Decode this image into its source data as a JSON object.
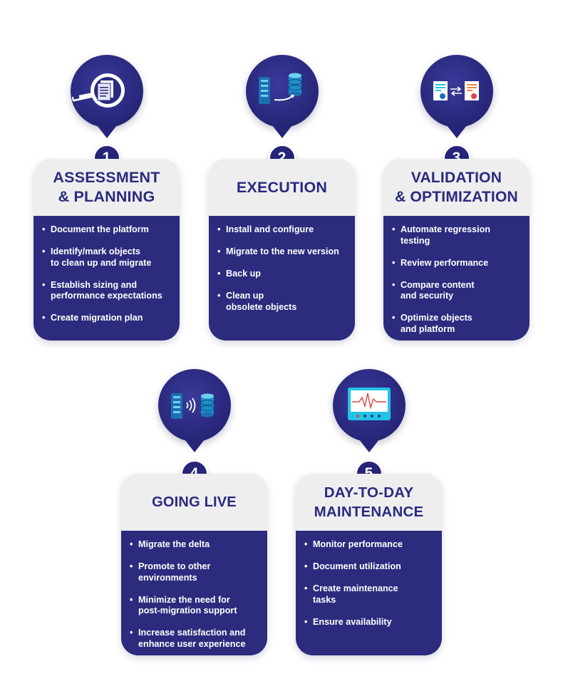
{
  "steps": [
    {
      "number": "1",
      "title_lines": [
        "ASSESSMENT",
        "& PLANNING"
      ],
      "icon": "document-scan-icon",
      "items": [
        [
          "Document the platform"
        ],
        [
          "Identify/mark objects",
          "to clean up and migrate"
        ],
        [
          "Establish sizing and",
          "performance expectations"
        ],
        [
          "Create migration plan"
        ]
      ]
    },
    {
      "number": "2",
      "title_lines": [
        "EXECUTION"
      ],
      "icon": "server-to-database-icon",
      "items": [
        [
          "Install and configure"
        ],
        [
          "Migrate to the new version"
        ],
        [
          "Back up"
        ],
        [
          "Clean up",
          "obsolete objects"
        ]
      ]
    },
    {
      "number": "3",
      "title_lines": [
        "VALIDATION",
        "& OPTIMIZATION"
      ],
      "icon": "compare-documents-icon",
      "items": [
        [
          "Automate regression",
          "testing"
        ],
        [
          "Review performance"
        ],
        [
          "Compare content",
          "and security"
        ],
        [
          "Optimize objects",
          "and platform"
        ]
      ]
    },
    {
      "number": "4",
      "title_lines": [
        "GOING LIVE"
      ],
      "icon": "server-wireless-database-icon",
      "items": [
        [
          "Migrate the delta"
        ],
        [
          "Promote to other",
          "environments"
        ],
        [
          "Minimize the need for",
          "post-migration support"
        ],
        [
          "Increase satisfaction and",
          "enhance user experience"
        ]
      ]
    },
    {
      "number": "5",
      "title_lines": [
        "DAY-TO-DAY",
        "MAINTENANCE"
      ],
      "icon": "monitor-pulse-icon",
      "items": [
        [
          "Monitor performance"
        ],
        [
          "Document utilization"
        ],
        [
          "Create maintenance",
          "tasks"
        ],
        [
          "Ensure availability"
        ]
      ]
    }
  ],
  "colors": {
    "navy": "#2c2b7e",
    "header_bg": "#eeeeef",
    "title_text": "#2a2a7e",
    "accent_teal": "#22c3e6",
    "accent_red": "#e0473c"
  }
}
